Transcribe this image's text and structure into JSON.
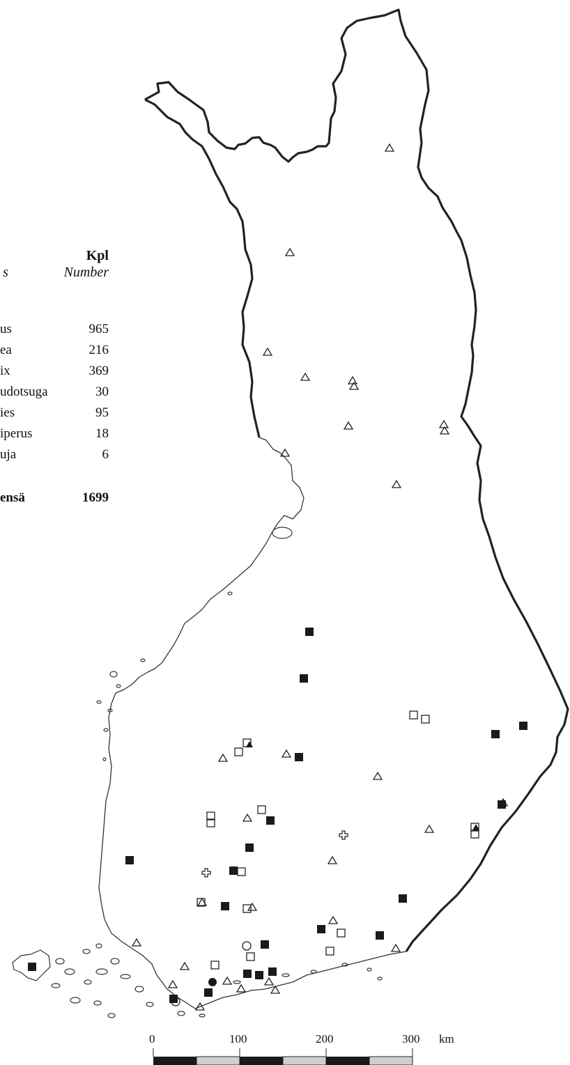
{
  "legend": {
    "header_count": "Kpl",
    "header_count_en": "Number",
    "header_species_en": "s",
    "rows": [
      {
        "label": "us",
        "count": "965",
        "marker": "open-triangle"
      },
      {
        "label": "ea",
        "count": "216",
        "marker": "open-square"
      },
      {
        "label": "ix",
        "count": "369",
        "marker": "filled-square"
      },
      {
        "label": "udotsuga",
        "count": "30",
        "marker": "open-circle"
      },
      {
        "label": "ies",
        "count": "95",
        "marker": "filled-circle"
      },
      {
        "label": "iperus",
        "count": "18",
        "marker": "open-cross"
      },
      {
        "label": "uja",
        "count": "6",
        "marker": "filled-triangle"
      }
    ],
    "total_label": "ensä",
    "total_count": "1699"
  },
  "scale": {
    "labels": [
      "0",
      "100",
      "200",
      "300"
    ],
    "unit": "km"
  }
}
